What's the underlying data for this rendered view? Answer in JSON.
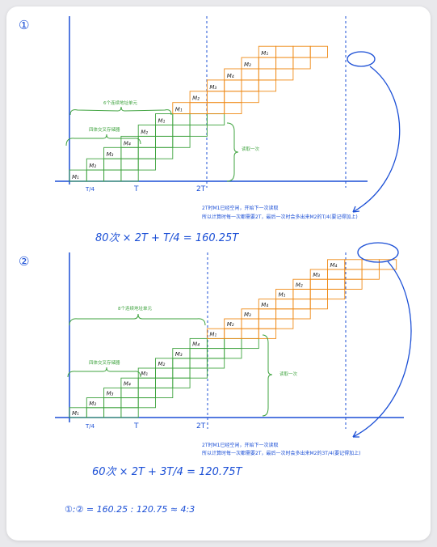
{
  "colors": {
    "blue": "#1b4fd6",
    "green": "#3fa33f",
    "orange": "#ef8a17"
  },
  "diagrams": [
    {
      "number": "①",
      "green_cells": 6,
      "orange_cells": 6,
      "green_labels": [
        "M₁",
        "M₂",
        "M₃",
        "M₄",
        "M₂",
        "M₁"
      ],
      "orange_labels": [
        "M₁",
        "M₂",
        "M₃",
        "M₄",
        "M₂",
        "M₁"
      ],
      "x_tick_labels": [
        "T/4",
        "T",
        "2T"
      ],
      "note_brace_top": "6个连续地址单元",
      "note_brace_bottom": "四体交叉存储器",
      "note_read": "读取一次",
      "caption_line1": "2T时M1已经空闲，开始下一次读取",
      "caption_line2": "所以计算时每一次都需要2T，最后一次时会多出来M2的T/4(要记得加上)",
      "formula": "80次 × 2T + T/4 = 160.25T"
    },
    {
      "number": "②",
      "green_cells": 8,
      "orange_cells": 8,
      "green_labels": [
        "M₁",
        "M₂",
        "M₃",
        "M₄",
        "M₁",
        "M₂",
        "M₃",
        "M₄"
      ],
      "orange_labels": [
        "M₁",
        "M₂",
        "M₃",
        "M₄",
        "M₁",
        "M₂",
        "M₃",
        "M₄"
      ],
      "x_tick_labels": [
        "T/4",
        "T",
        "2T"
      ],
      "note_brace_top": "8个连续地址单元",
      "note_brace_bottom": "四体交叉存储器",
      "note_read": "读取一次",
      "caption_line1": "2T时M1已经空闲，开始下一次读取",
      "caption_line2": "所以计算时每一次都需要2T，最后一次时会多出来M2的3T/4(要记得加上)",
      "formula": "60次 × 2T + 3T/4 = 120.75T"
    }
  ],
  "ratio": "①:② = 160.25 : 120.75 ≈ 4:3"
}
